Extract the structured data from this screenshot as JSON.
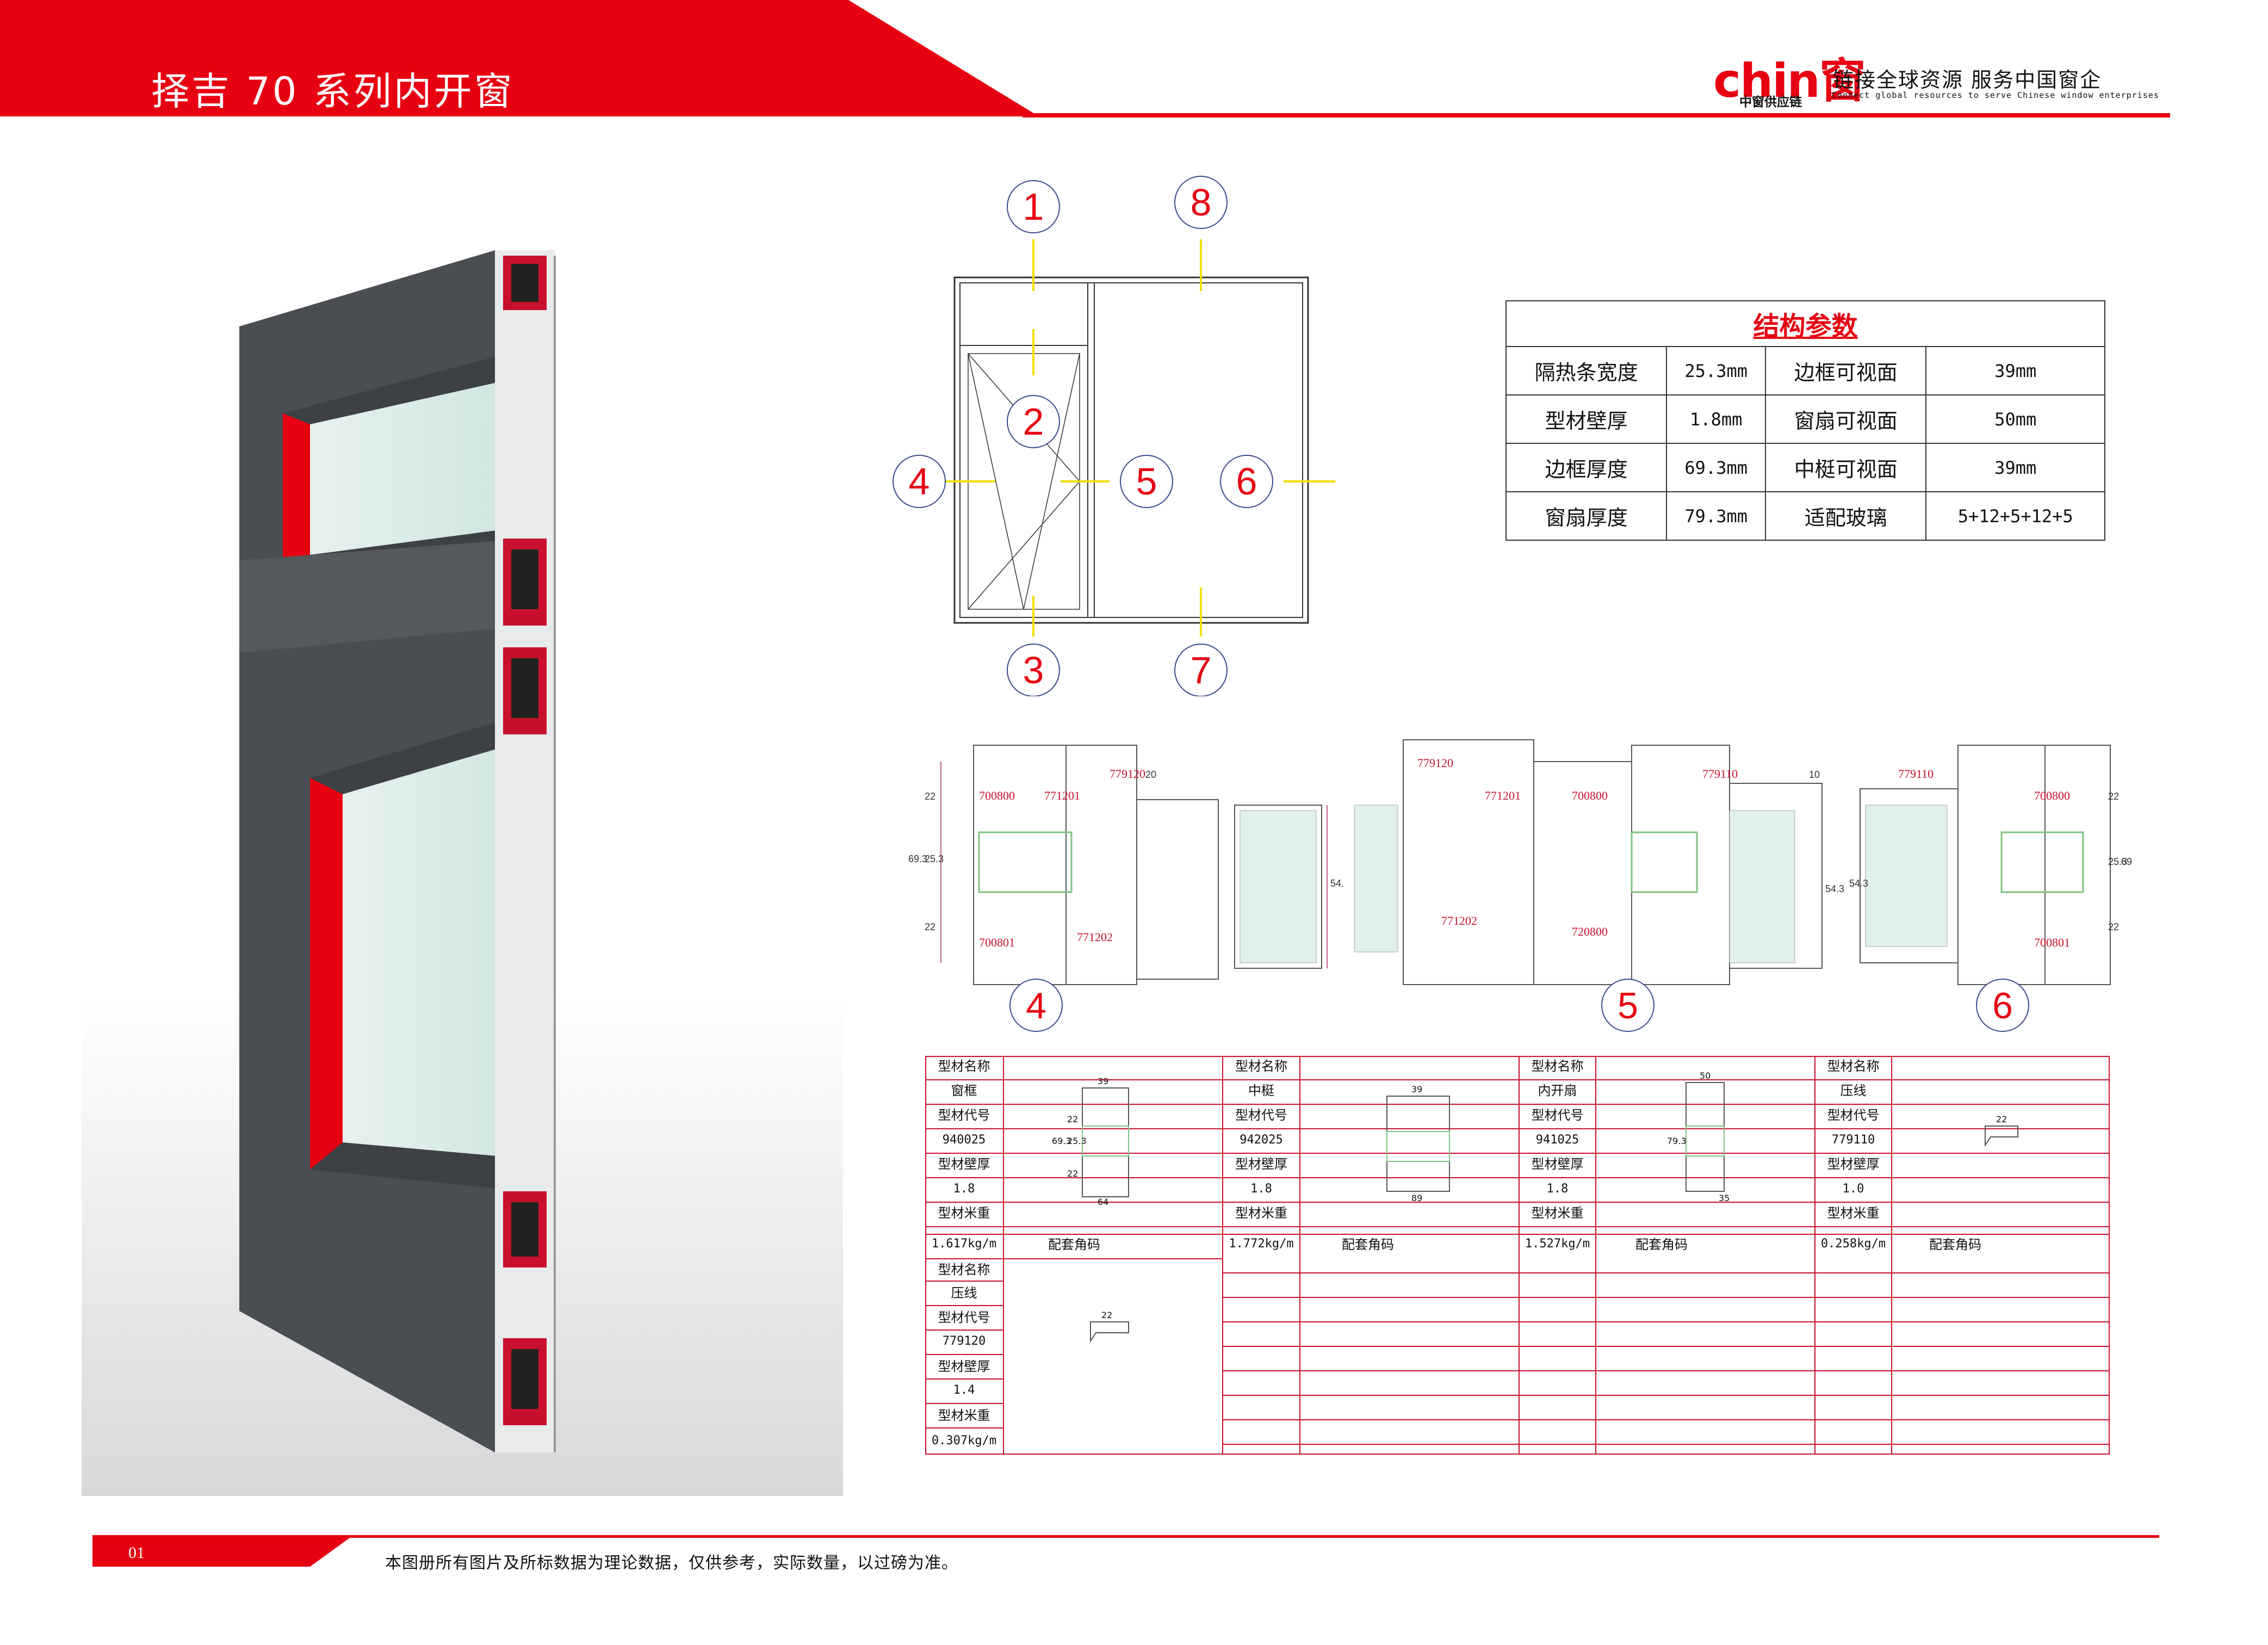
{
  "header": {
    "title": "择吉 70 系列内开窗",
    "logo_text": "chin窗",
    "logo_sub": "中窗供应链",
    "slogan": "链接全球资源  服务中国窗企",
    "slogan_en": "Connect global resources to serve Chinese window enterprises"
  },
  "elevation": {
    "markers": [
      "1",
      "2",
      "3",
      "4",
      "5",
      "6",
      "7",
      "8"
    ]
  },
  "params": {
    "title": "结构参数",
    "rows": [
      {
        "k1": "隔热条宽度",
        "v1": "25.3mm",
        "k2": "边框可视面",
        "v2": "39mm"
      },
      {
        "k1": "型材壁厚",
        "v1": "1.8mm",
        "k2": "窗扇可视面",
        "v2": "50mm"
      },
      {
        "k1": "边框厚度",
        "v1": "69.3mm",
        "k2": "中梃可视面",
        "v2": "39mm"
      },
      {
        "k1": "窗扇厚度",
        "v1": "79.3mm",
        "k2": "适配玻璃",
        "v2": "5+12+5+12+5"
      }
    ]
  },
  "sections": {
    "numbers": [
      "4",
      "5",
      "6"
    ],
    "s4": {
      "codes": [
        "779120",
        "771201",
        "700800",
        "700801",
        "771202"
      ],
      "dims": [
        "22",
        "25.3",
        "22",
        "69.3",
        "20",
        "54.2"
      ]
    },
    "s5": {
      "codes": [
        "779120",
        "771201",
        "700800",
        "779110",
        "720800",
        "771202"
      ],
      "dims": [
        "10",
        "54.3"
      ]
    },
    "s6": {
      "codes": [
        "779110",
        "700800",
        "700801"
      ],
      "dims": [
        "22",
        "25.3",
        "22",
        "69.3",
        "54.3"
      ]
    }
  },
  "profiles": {
    "labels": {
      "name": "型材名称",
      "code": "型材代号",
      "wall": "型材壁厚",
      "weight": "型材米重",
      "corner": "配套角码"
    },
    "items": [
      {
        "name": "窗框",
        "code": "940025",
        "wall": "1.8",
        "weight": "1.617kg/m"
      },
      {
        "name": "中梃",
        "code": "942025",
        "wall": "1.8",
        "weight": "1.772kg/m"
      },
      {
        "name": "内开扇",
        "code": "941025",
        "wall": "1.8",
        "weight": "1.527kg/m"
      },
      {
        "name": "压线",
        "code": "779110",
        "wall": "1.0",
        "weight": "0.258kg/m"
      },
      {
        "name": "压线",
        "code": "779120",
        "wall": "1.4",
        "weight": "0.307kg/m"
      }
    ],
    "dims": {
      "frame": [
        "39",
        "64",
        "22",
        "25.3",
        "22",
        "69.3"
      ],
      "mullion": [
        "39",
        "89"
      ],
      "sash": [
        "50",
        "35",
        "79.3"
      ],
      "bead1": [
        "22"
      ],
      "bead2": [
        "22"
      ]
    }
  },
  "footer": {
    "page": "01",
    "disclaimer": "本图册所有图片及所标数据为理论数据，仅供参考，实际数量，以过磅为准。"
  },
  "colors": {
    "brand": "#e60012",
    "frame": "#4a4d52",
    "gasket": "#c8102e"
  }
}
